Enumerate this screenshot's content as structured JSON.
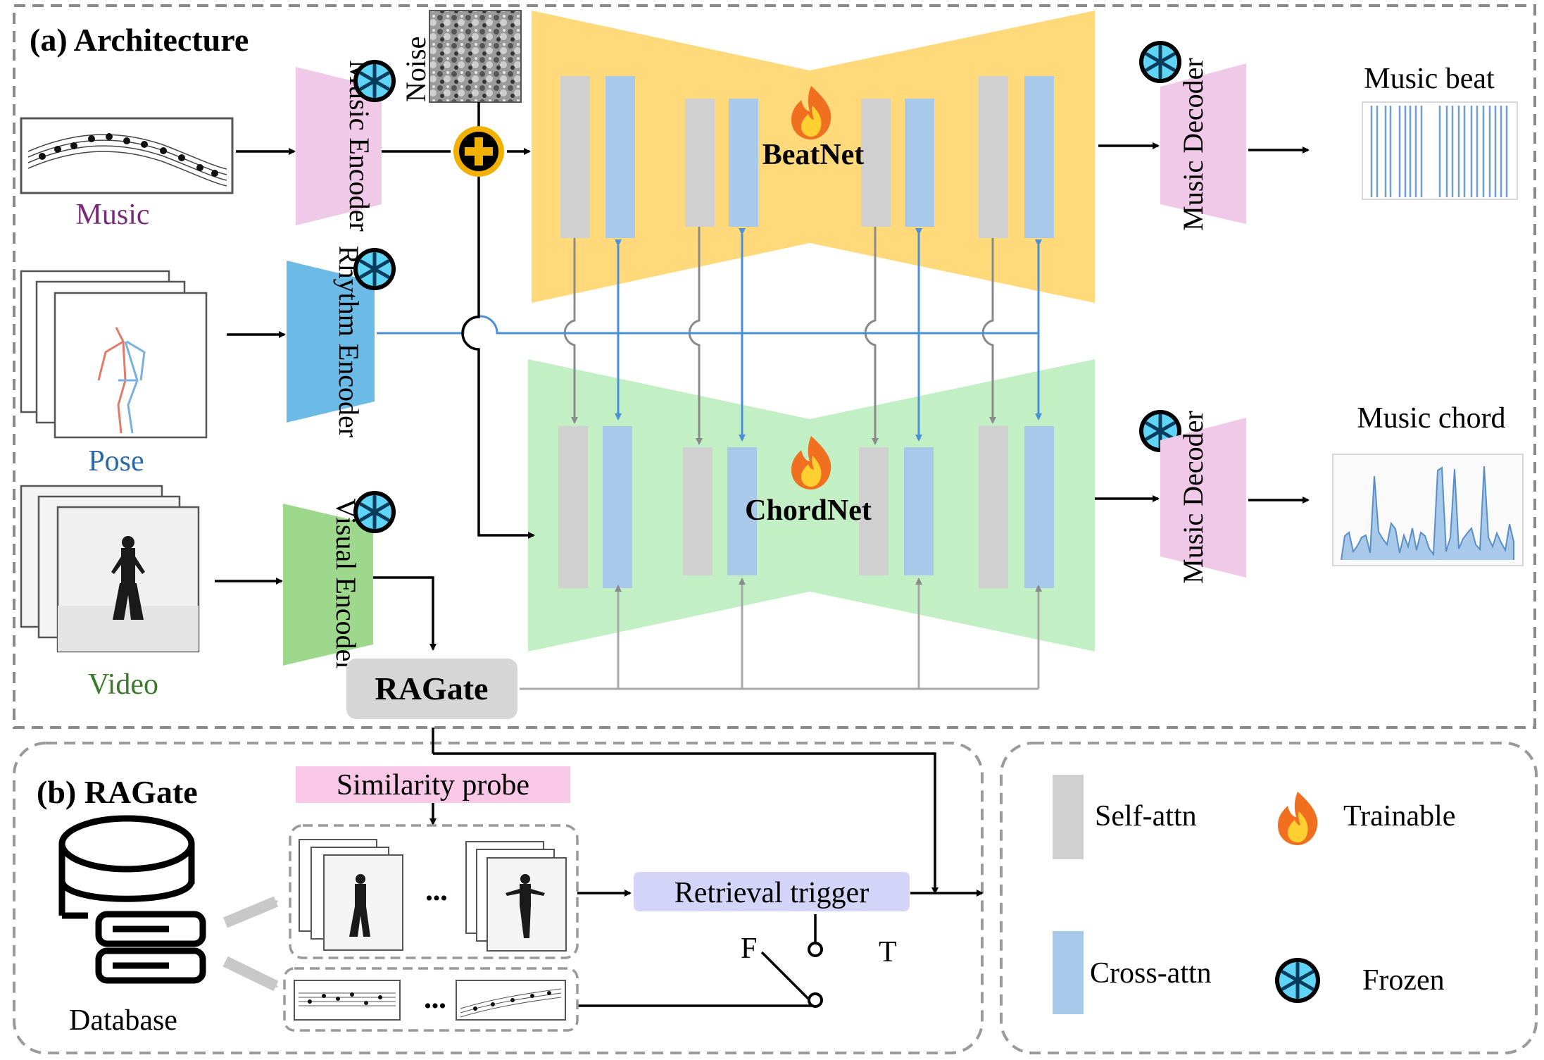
{
  "sections": {
    "architecture_title": "(a) Architecture",
    "ragate_title": "(b) RAGate"
  },
  "inputs": {
    "music": "Music",
    "pose": "Pose",
    "video": "Video",
    "noise": "Noise"
  },
  "encoders": {
    "music": "Music Encoder",
    "rhythm": "Rhythm Encoder",
    "visual": "Visual Encoder"
  },
  "networks": {
    "beat": "BeatNet",
    "chord": "ChordNet"
  },
  "decoders": {
    "beat": "Music Decoder",
    "chord": "Music Decoder"
  },
  "outputs": {
    "beat": "Music beat",
    "chord": "Music chord"
  },
  "gate": "RAGate",
  "ragate": {
    "similarity_probe": "Similarity probe",
    "retrieval_trigger": "Retrieval trigger",
    "false_label": "F",
    "true_label": "T",
    "database": "Database",
    "ellipsis": "•••"
  },
  "legend": {
    "self_attn": "Self-attn",
    "cross_attn": "Cross-attn",
    "trainable": "Trainable",
    "frozen": "Frozen"
  },
  "colors": {
    "beatnet": "#ffd97a",
    "chordnet": "#c2efc4",
    "self_attn": "#d0d0d0",
    "cross_attn": "#a9c9ea",
    "music_encoder": "#f0c8e8",
    "rhythm_encoder": "#6cbbe6",
    "visual_encoder": "#9ed88c",
    "ragate": "#d6d6d6",
    "probe": "#f8c8e6",
    "trigger": "#d4d4f8",
    "blue_line": "#4a90d9",
    "gray_line": "#9a9a9a",
    "music_text": "#7a2a7a",
    "pose_text": "#2a6aa8",
    "video_text": "#3a7a2a"
  }
}
